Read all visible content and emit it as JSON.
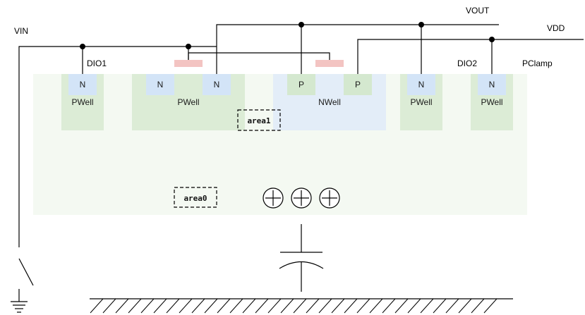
{
  "colors": {
    "substrate": "#f4f9f2",
    "pwell": "#dcecd6",
    "nwell": "#e3edf8",
    "n_region": "#d3e4f7",
    "p_region": "#d4e8cf",
    "gate": "#f3c4c2",
    "wire": "#000000"
  },
  "labels": {
    "vin": "VIN",
    "vout": "VOUT",
    "vdd": "VDD",
    "dio1": "DIO1",
    "dio2": "DIO2",
    "pclamp": "PClamp"
  },
  "regions": {
    "n": "N",
    "p": "P",
    "pwell": "PWell",
    "nwell": "NWell"
  },
  "areas": {
    "area0": "area0",
    "area1": "area1"
  },
  "icons": {
    "charge": "plus-circle-icon",
    "capacitor": "capacitor-icon",
    "ground": "ground-icon",
    "switch": "switch-icon"
  }
}
